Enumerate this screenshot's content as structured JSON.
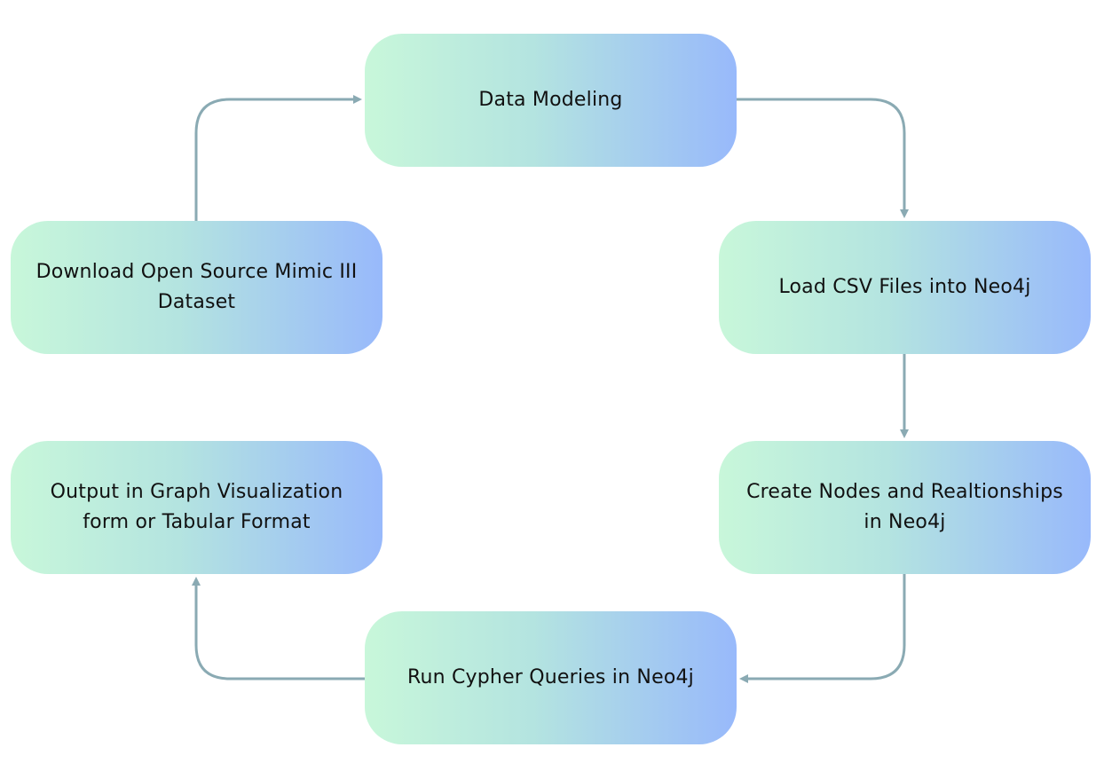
{
  "colors": {
    "connector": "#8aaab3",
    "gradient_start": "#c8f7da",
    "gradient_end": "#98b9fb",
    "text": "#111111"
  },
  "nodes": {
    "data_modeling": {
      "lines": [
        "Data Modeling"
      ]
    },
    "download_dataset": {
      "lines": [
        "Download Open Source Mimic III",
        "Dataset"
      ]
    },
    "load_csv": {
      "lines": [
        "Load CSV Files into Neo4j"
      ]
    },
    "create_nodes": {
      "lines": [
        "Create Nodes and Realtionships",
        "in Neo4j"
      ]
    },
    "run_cypher": {
      "lines": [
        "Run Cypher Queries in Neo4j"
      ]
    },
    "output": {
      "lines": [
        "Output in Graph Visualization",
        "form or Tabular Format"
      ]
    }
  }
}
